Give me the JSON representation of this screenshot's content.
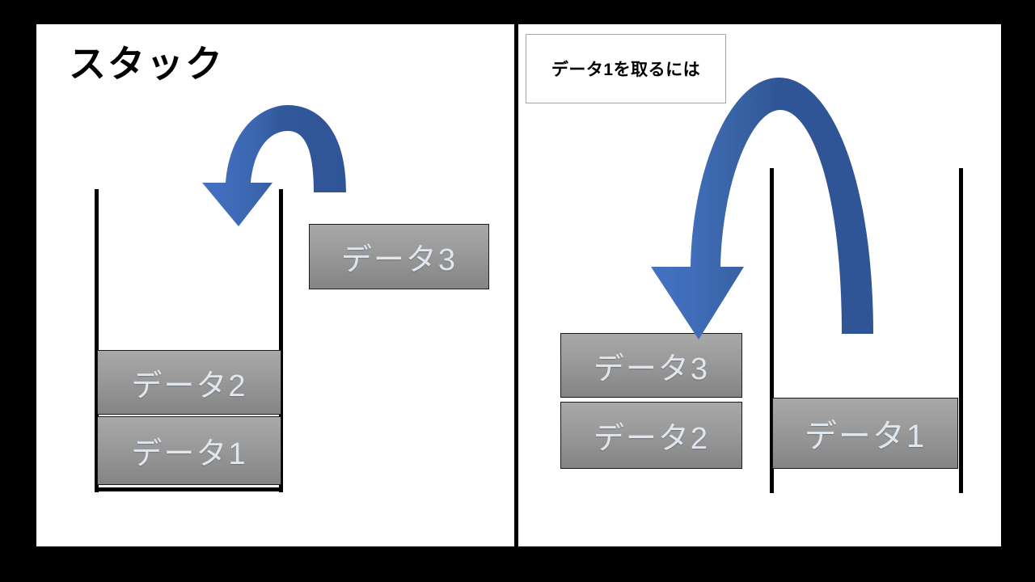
{
  "slide": {
    "background_color": "#000000",
    "panel_color": "#ffffff"
  },
  "left_panel": {
    "title": "スタック",
    "stack_blocks": [
      {
        "label": "データ2"
      },
      {
        "label": "データ1"
      }
    ],
    "outside_block": {
      "label": "データ3"
    },
    "arrow": {
      "name": "push-arrow",
      "direction": "curved-down-left",
      "fill_light": "#4472C4",
      "fill_dark": "#2F5597"
    }
  },
  "right_panel": {
    "caption": "データ1を取るには",
    "left_stack_blocks": [
      {
        "label": "データ3"
      },
      {
        "label": "データ2"
      }
    ],
    "right_stack_blocks": [
      {
        "label": "データ1"
      }
    ],
    "arrow": {
      "name": "pop-arrow",
      "direction": "curved-down-left",
      "fill_light": "#4472C4",
      "fill_dark": "#2F5597"
    }
  },
  "colors": {
    "accent_blue_light": "#4472C4",
    "accent_blue_dark": "#2F5597",
    "block_gray_top": "#a8a8a8",
    "block_gray_bottom": "#848484",
    "block_text": "#dfe6ee",
    "line_black": "#000000",
    "caption_border": "#a6a6a6"
  }
}
